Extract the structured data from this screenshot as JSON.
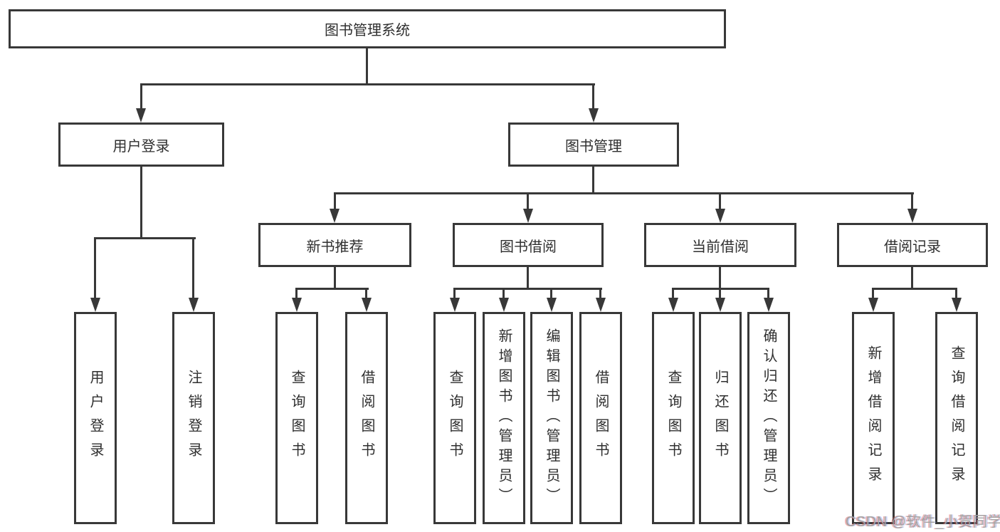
{
  "tree": {
    "root": {
      "label": "图书管理系统"
    },
    "branches": [
      {
        "label": "用户登录",
        "children": [
          {
            "label": "用户登录"
          },
          {
            "label": "注销登录"
          }
        ]
      },
      {
        "label": "图书管理",
        "children": [
          {
            "label": "新书推荐",
            "children": [
              {
                "label": "查询图书"
              },
              {
                "label": "借阅图书"
              }
            ]
          },
          {
            "label": "图书借阅",
            "children": [
              {
                "label": "查询图书"
              },
              {
                "label": "新增图书（管理员）"
              },
              {
                "label": "编辑图书（管理员）"
              },
              {
                "label": "借阅图书"
              }
            ]
          },
          {
            "label": "当前借阅",
            "children": [
              {
                "label": "查询图书"
              },
              {
                "label": "归还图书"
              },
              {
                "label": "确认归还（管理员）"
              }
            ]
          },
          {
            "label": "借阅记录",
            "children": [
              {
                "label": "新增借阅记录"
              },
              {
                "label": "查询借阅记录"
              }
            ]
          }
        ]
      }
    ]
  },
  "watermark": {
    "text": "CSDN @软件_小贺同学"
  },
  "colors": {
    "line": "#383838",
    "box_background": "#ffffff",
    "text": "#2f2f2f",
    "watermark_text": "#a2a2a2"
  }
}
